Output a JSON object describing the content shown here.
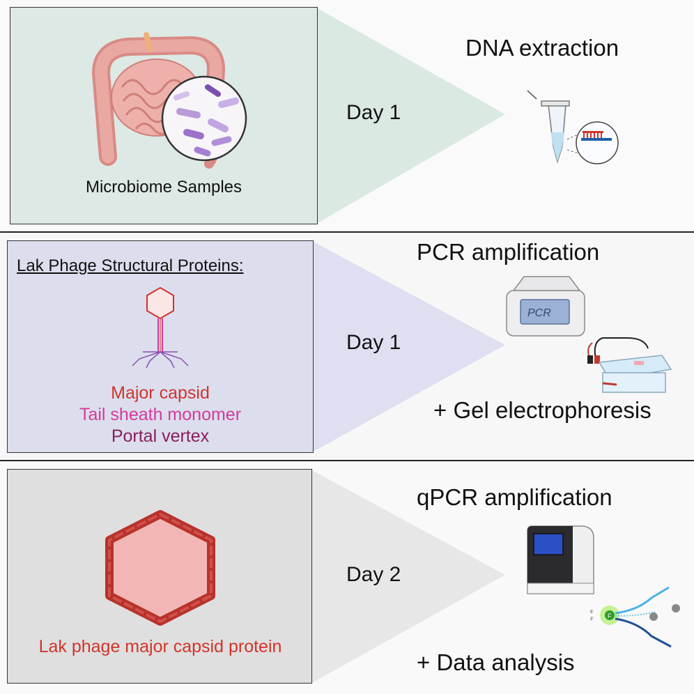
{
  "rows": [
    {
      "panel_label": "Microbiome Samples",
      "day": "Day 1",
      "step": "DNA extraction",
      "panel_color": "#dde9e4",
      "funnel_color": "#d8e8e0"
    },
    {
      "panel_title": "Lak Phage Structural Proteins:",
      "proteins": [
        {
          "label": "Major capsid",
          "color": "#d0342c"
        },
        {
          "label": "Tail sheath monomer",
          "color": "#d63a9b"
        },
        {
          "label": "Portal vertex",
          "color": "#8a1f5a"
        }
      ],
      "day": "Day 1",
      "step": "PCR amplification",
      "step2": "+ Gel electrophoresis",
      "panel_color": "#dcdeee",
      "funnel_color": "#dcddef",
      "pcr_device_text": "PCR"
    },
    {
      "panel_label": "Lak phage major capsid protein",
      "panel_label_color": "#d0342c",
      "day": "Day 2",
      "step": "qPCR amplification",
      "step2": "+ Data analysis",
      "panel_color": "#e0dfdf",
      "funnel_color": "#e6e6e6",
      "qpcr_labels": {
        "f": "F",
        "five_prime": "5'",
        "three_prime": "3'"
      }
    }
  ]
}
